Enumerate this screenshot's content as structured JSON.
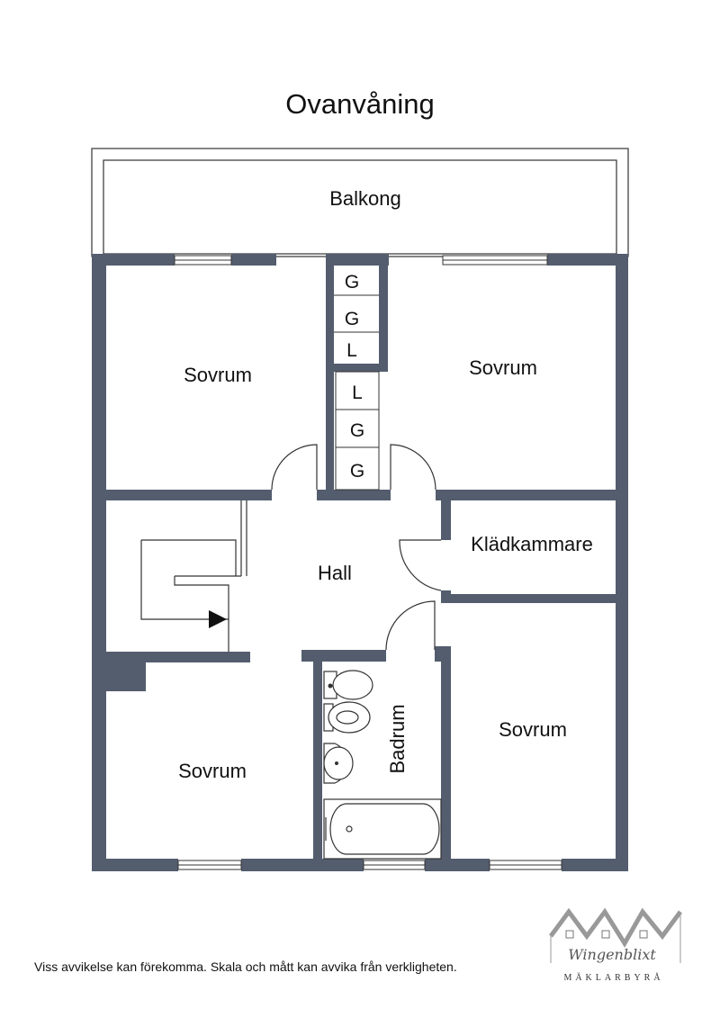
{
  "title": "Ovanvåning",
  "colors": {
    "wall": "#535d6e",
    "line": "#333333",
    "background": "#ffffff"
  },
  "rooms": {
    "balcony": "Balkong",
    "bedroom_top_left": "Sovrum",
    "bedroom_top_right": "Sovrum",
    "bedroom_bottom_left": "Sovrum",
    "bedroom_bottom_right": "Sovrum",
    "hall": "Hall",
    "walk_in_closet": "Klädkammare",
    "bathroom": "Badrum"
  },
  "closets": [
    "G",
    "G",
    "L",
    "L",
    "G",
    "G"
  ],
  "disclaimer": "Viss avvikelse kan förekomma. Skala och mått kan avvika från verkligheten.",
  "logo": {
    "name": "Wingenblixt",
    "subtitle": "MÄKLARBYRÅ",
    "icon": "house-roofs-logo"
  }
}
